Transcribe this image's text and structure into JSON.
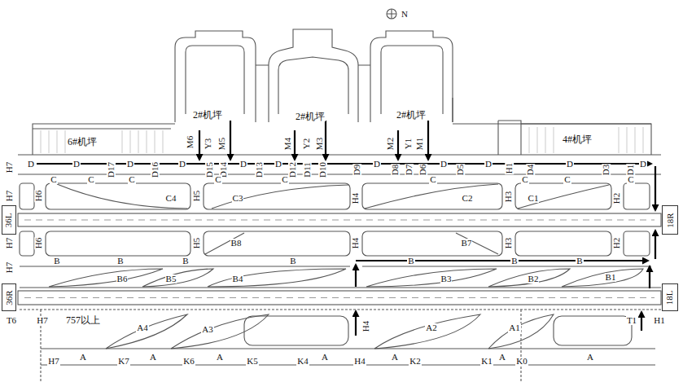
{
  "diagram": {
    "nodes": [
      {
        "text": [
          "6#机坪"
        ]
      },
      {
        "text": [
          "4#机坪"
        ]
      },
      {
        "text": [
          "36L"
        ]
      },
      {
        "text": [
          "18R"
        ]
      },
      {
        "text": [
          "36R"
        ]
      },
      {
        "text": [
          "18L"
        ]
      }
    ],
    "labels": [
      "N",
      "2#机坪",
      "2#机坪",
      "2#机坪",
      "M6",
      "Y3",
      "M5",
      "M4",
      "Y2",
      "M3",
      "M2",
      "Y1",
      "M1",
      "H7",
      "D",
      "D",
      "D17",
      "D",
      "D16",
      "D",
      "D15",
      "D14",
      "D",
      "D13",
      "D",
      "D12",
      "D11",
      "D10",
      "D9",
      "D",
      "D8",
      "D7",
      "D6",
      "D",
      "D5",
      "H1",
      "D",
      "D4",
      "D",
      "D3",
      "D1",
      "D",
      "H7",
      "H6",
      "C",
      "C",
      "C",
      "C4",
      "H5",
      "C",
      "C3",
      "C",
      "H4",
      "C",
      "C2",
      "H3",
      "C",
      "C1",
      "C",
      "H2",
      "C",
      "H7",
      "H6",
      "H5",
      "B8",
      "H4",
      "B7",
      "H3",
      "H2",
      "H7",
      "B",
      "B",
      "B",
      "B",
      "B",
      "B",
      "B",
      "B6",
      "B5",
      "B4",
      "B3",
      "B2",
      "B1",
      "T6",
      "H7",
      "757以上",
      "A4",
      "A3",
      "H4",
      "A2",
      "A1",
      "T1",
      "H1",
      "H7",
      "A",
      "K7",
      "A",
      "K6",
      "A",
      "K5",
      "K4",
      "A",
      "H4",
      "A",
      "K2",
      "K1",
      "A",
      "K0",
      "A"
    ]
  }
}
